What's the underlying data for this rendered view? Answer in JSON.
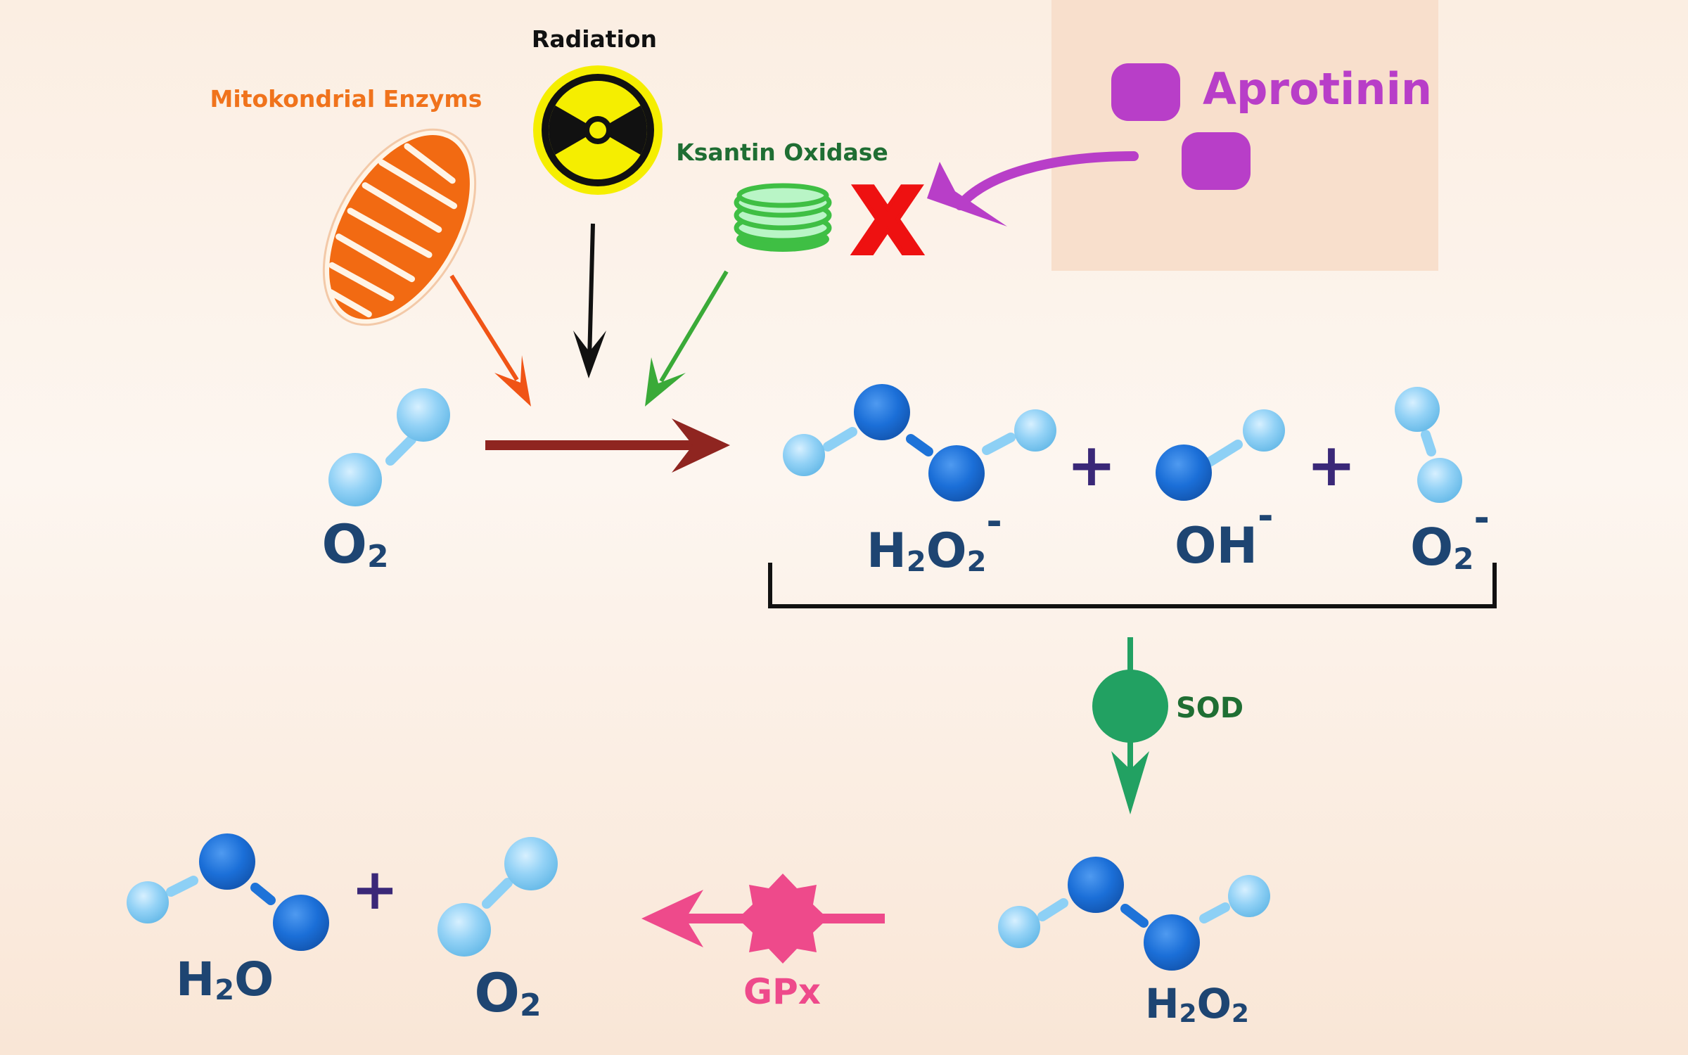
{
  "labels": {
    "mitochondria": "Mitokondrial Enzyms",
    "radiation": "Radiation",
    "xanthine_oxidase": "Ksantin Oxidase",
    "aprotinin": "Aprotinin",
    "sod": "SOD",
    "gpx": "GPx"
  },
  "molecules": {
    "o2_reactant": {
      "main": "O",
      "sub": "2"
    },
    "h2o2_ion": {
      "a": "H",
      "a_sub": "2",
      "b": "O",
      "b_sub": "2",
      "charge": "-"
    },
    "hydroxyl": {
      "main": "OH",
      "charge": "-"
    },
    "superoxide": {
      "main": "O",
      "sub": "2",
      "charge": "-"
    },
    "h2o2": {
      "a": "H",
      "a_sub": "2",
      "b": "O",
      "b_sub": "2"
    },
    "water": {
      "a": "H",
      "a_sub": "2",
      "b": "O"
    },
    "o2_product": {
      "main": "O",
      "sub": "2"
    }
  },
  "operators": {
    "plus": "+"
  },
  "inhibition_mark": "X",
  "colors": {
    "mitochondria": "#f26a12",
    "mito_label": "#f0731c",
    "radiation_yellow": "#f5ee00",
    "xanthine": "#3fbf44",
    "xanthine_label": "#1f6e33",
    "aprotinin": "#b83ec8",
    "aprotinin_panel": "#f8dfcc",
    "inhibit_red": "#ee1111",
    "main_arrow": "#8f2520",
    "sod": "#22a162",
    "sod_label": "#1f6e33",
    "gpx": "#ee4a8b",
    "molecule_dark": "#1e73d8",
    "molecule_light": "#8dd0f5",
    "formula": "#1e4572",
    "plus": "#3a2878"
  }
}
